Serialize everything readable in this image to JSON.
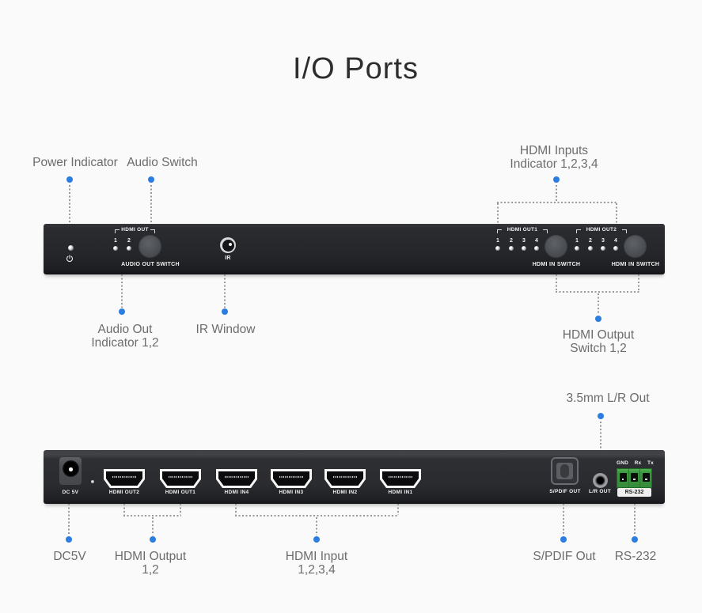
{
  "title": "I/O Ports",
  "colors": {
    "accent_blue": "#2b7de0",
    "panel_black": "#26272b",
    "rs232_green": "#3a9a3f"
  },
  "callouts": {
    "power_indicator": "Power Indicator",
    "audio_switch": "Audio Switch",
    "hdmi_inputs_indicator": {
      "line1": "HDMI Inputs",
      "line2": "Indicator 1,2,3,4"
    },
    "audio_out_indicator": {
      "line1": "Audio Out",
      "line2": "Indicator 1,2"
    },
    "ir_window": "IR Window",
    "hdmi_output_switch": {
      "line1": "HDMI Output",
      "line2": "Switch 1,2"
    },
    "lr_out_3_5mm": "3.5mm L/R Out",
    "dc5v": "DC5V",
    "hdmi_output": {
      "line1": "HDMI Output",
      "line2": "1,2"
    },
    "hdmi_input": {
      "line1": "HDMI Input",
      "line2": "1,2,3,4"
    },
    "spdif_out": "S/PDIF Out",
    "rs232": "RS-232"
  },
  "front_panel": {
    "audio_group": {
      "header": "HDMI OUT",
      "indicators": [
        "1",
        "2"
      ],
      "switch_label": "AUDIO OUT SWITCH"
    },
    "ir_label": "IR",
    "hdmi_group1": {
      "header": "HDMI OUT1",
      "indicators": [
        "1",
        "2",
        "3",
        "4"
      ],
      "switch_label": "HDMI IN SWITCH"
    },
    "hdmi_group2": {
      "header": "HDMI OUT2",
      "indicators": [
        "1",
        "2",
        "3",
        "4"
      ],
      "switch_label": "HDMI IN SWITCH"
    }
  },
  "rear_panel": {
    "dc_label": "DC 5V",
    "ports": [
      "HDMI OUT2",
      "HDMI OUT1",
      "HDMI IN4",
      "HDMI IN3",
      "HDMI IN2",
      "HDMI IN1"
    ],
    "spdif_label": "S/PDIF OUT",
    "lr_label": "L/R OUT",
    "rs232_pins": [
      "GND",
      "Rx",
      "Tx"
    ],
    "rs232_label": "RS-232"
  }
}
